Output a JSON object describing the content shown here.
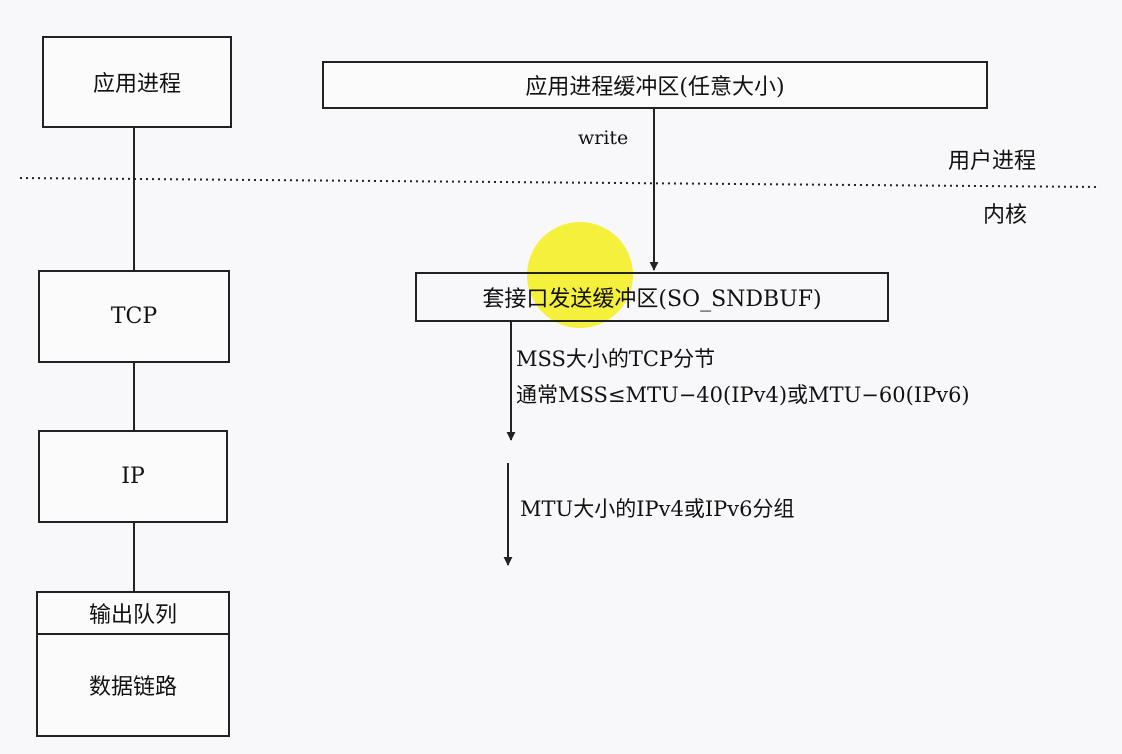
{
  "stack": {
    "app_process": "应用进程",
    "tcp": "TCP",
    "ip": "IP",
    "output_queue": "输出队列",
    "datalink": "数据链路"
  },
  "buffers": {
    "app_buffer": "应用进程缓冲区(任意大小)",
    "socket_buffer": "套接口发送缓冲区(SO_SNDBUF)"
  },
  "labels": {
    "write": "write",
    "user_process": "用户进程",
    "kernel": "内核",
    "mss_line1": "MSS大小的TCP分节",
    "mss_line2": "通常MSS≤MTU−40(IPv4)或MTU−60(IPv6)",
    "mtu_packet": "MTU大小的IPv4或IPv6分组"
  },
  "colors": {
    "highlight": "#f5ee1a",
    "stroke": "#222222",
    "background": "#f8f8fa"
  }
}
